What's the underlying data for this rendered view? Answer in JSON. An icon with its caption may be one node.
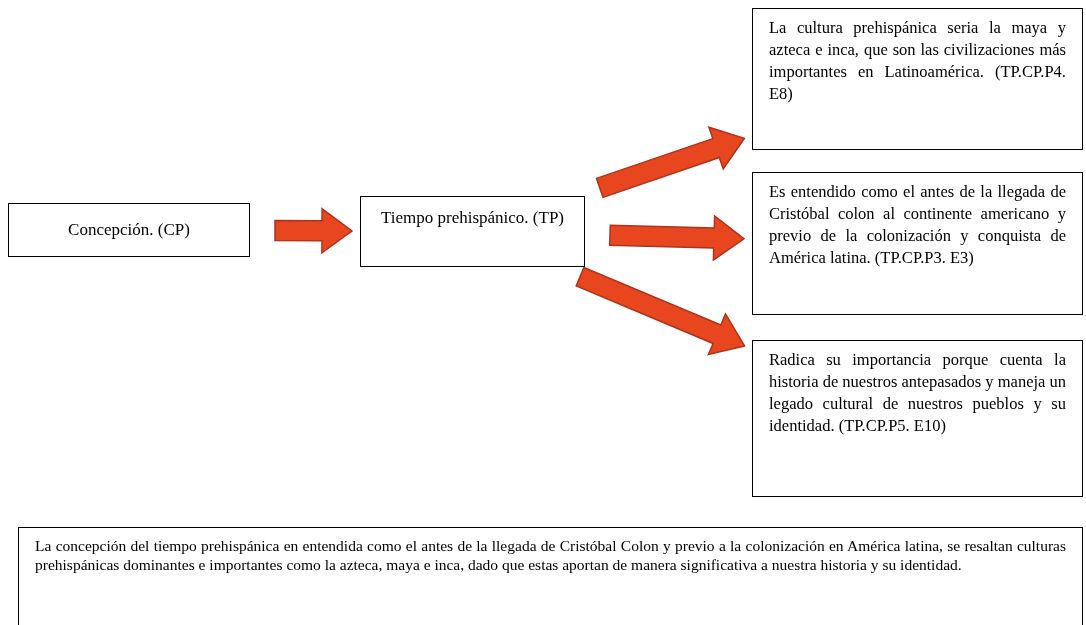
{
  "diagram": {
    "nodes": [
      {
        "text": [
          "Concepción. (CP)"
        ]
      },
      {
        "text": [
          "Tiempo prehispánico. (TP)"
        ]
      },
      {
        "text": [
          "La cultura prehispánica seria la maya y azteca e inca, que son las civilizaciones más importantes en Latinoamérica. (TP.CP.P4. E8)"
        ]
      },
      {
        "text": [
          "Es entendido como el antes de la llegada de Cristóbal colon al continente americano y previo de la colonización y conquista de América latina. (TP.CP.P3. E3)"
        ]
      },
      {
        "text": [
          "Radica su importancia porque cuenta la historia de nuestros antepasados y maneja un legado cultural de nuestros pueblos y su identidad. (TP.CP.P5. E10)"
        ]
      },
      {
        "text": [
          "La concepción del tiempo prehispánica en entendida como el antes de la llegada de Cristóbal Colon y previo a la colonización en América latina, se resaltan culturas prehispánicas dominantes e importantes como la azteca, maya e inca, dado que estas aportan de manera significativa a nuestra historia y su identidad."
        ]
      }
    ],
    "edges": [
      {
        "from": 0,
        "to": 1,
        "arrow": "to"
      },
      {
        "from": 1,
        "to": 2,
        "arrow": "to"
      },
      {
        "from": 1,
        "to": 3,
        "arrow": "to"
      },
      {
        "from": 1,
        "to": 4,
        "arrow": "to"
      }
    ]
  }
}
